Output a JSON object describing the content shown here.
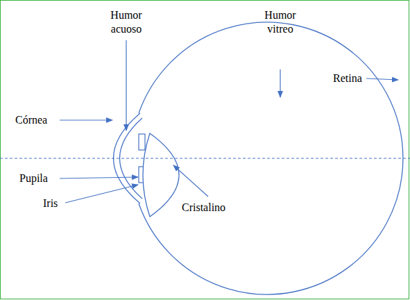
{
  "diagram": {
    "labels": [
      "Humor acuoso",
      "Humor vitreo",
      "Retina",
      "Córnea",
      "Pupila",
      "Iris",
      "Cristalino"
    ]
  }
}
